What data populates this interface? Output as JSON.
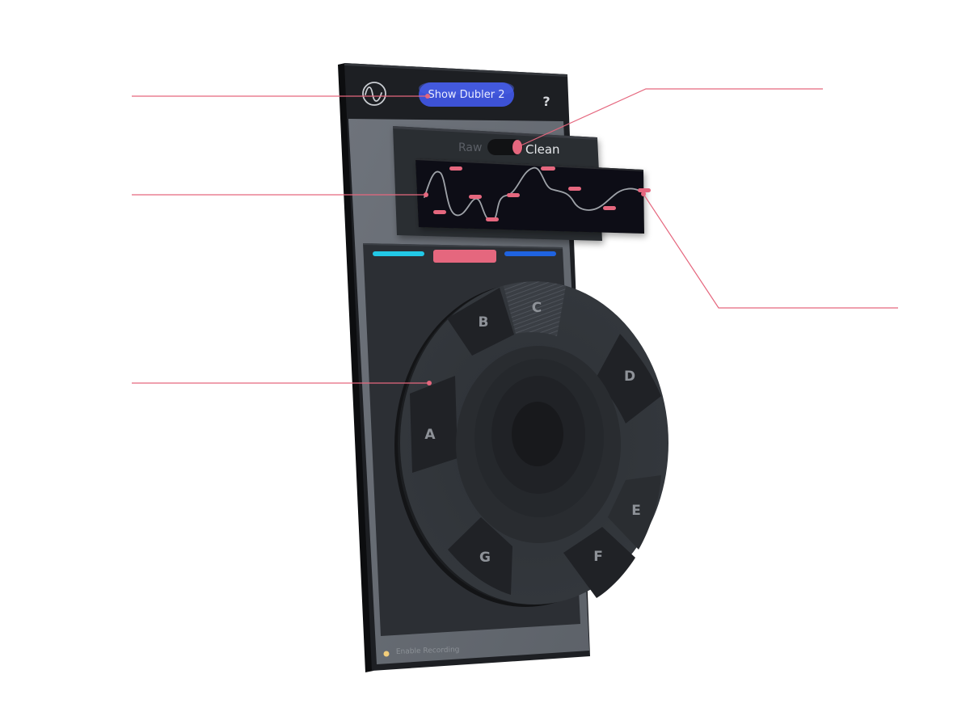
{
  "app": {
    "logo_icon": "sine-wave-icon",
    "show_button_label": "Show Dubler 2",
    "help_label": "?"
  },
  "toggle": {
    "left_label": "Raw",
    "right_label": "Clean",
    "state": "Clean"
  },
  "colors": {
    "accent_pink": "#e5677e",
    "accent_cyan": "#22c8e6",
    "accent_blue": "#1f63e0",
    "button_blue": "#3d52d6",
    "recording_dot": "#f2cd7a"
  },
  "color_bars": [
    "cyan",
    "pink",
    "blue"
  ],
  "wheel": {
    "selected": "C",
    "segments": [
      "A",
      "B",
      "C",
      "D",
      "E",
      "F",
      "G"
    ]
  },
  "footer": {
    "recording_label": "Enable Recording"
  }
}
